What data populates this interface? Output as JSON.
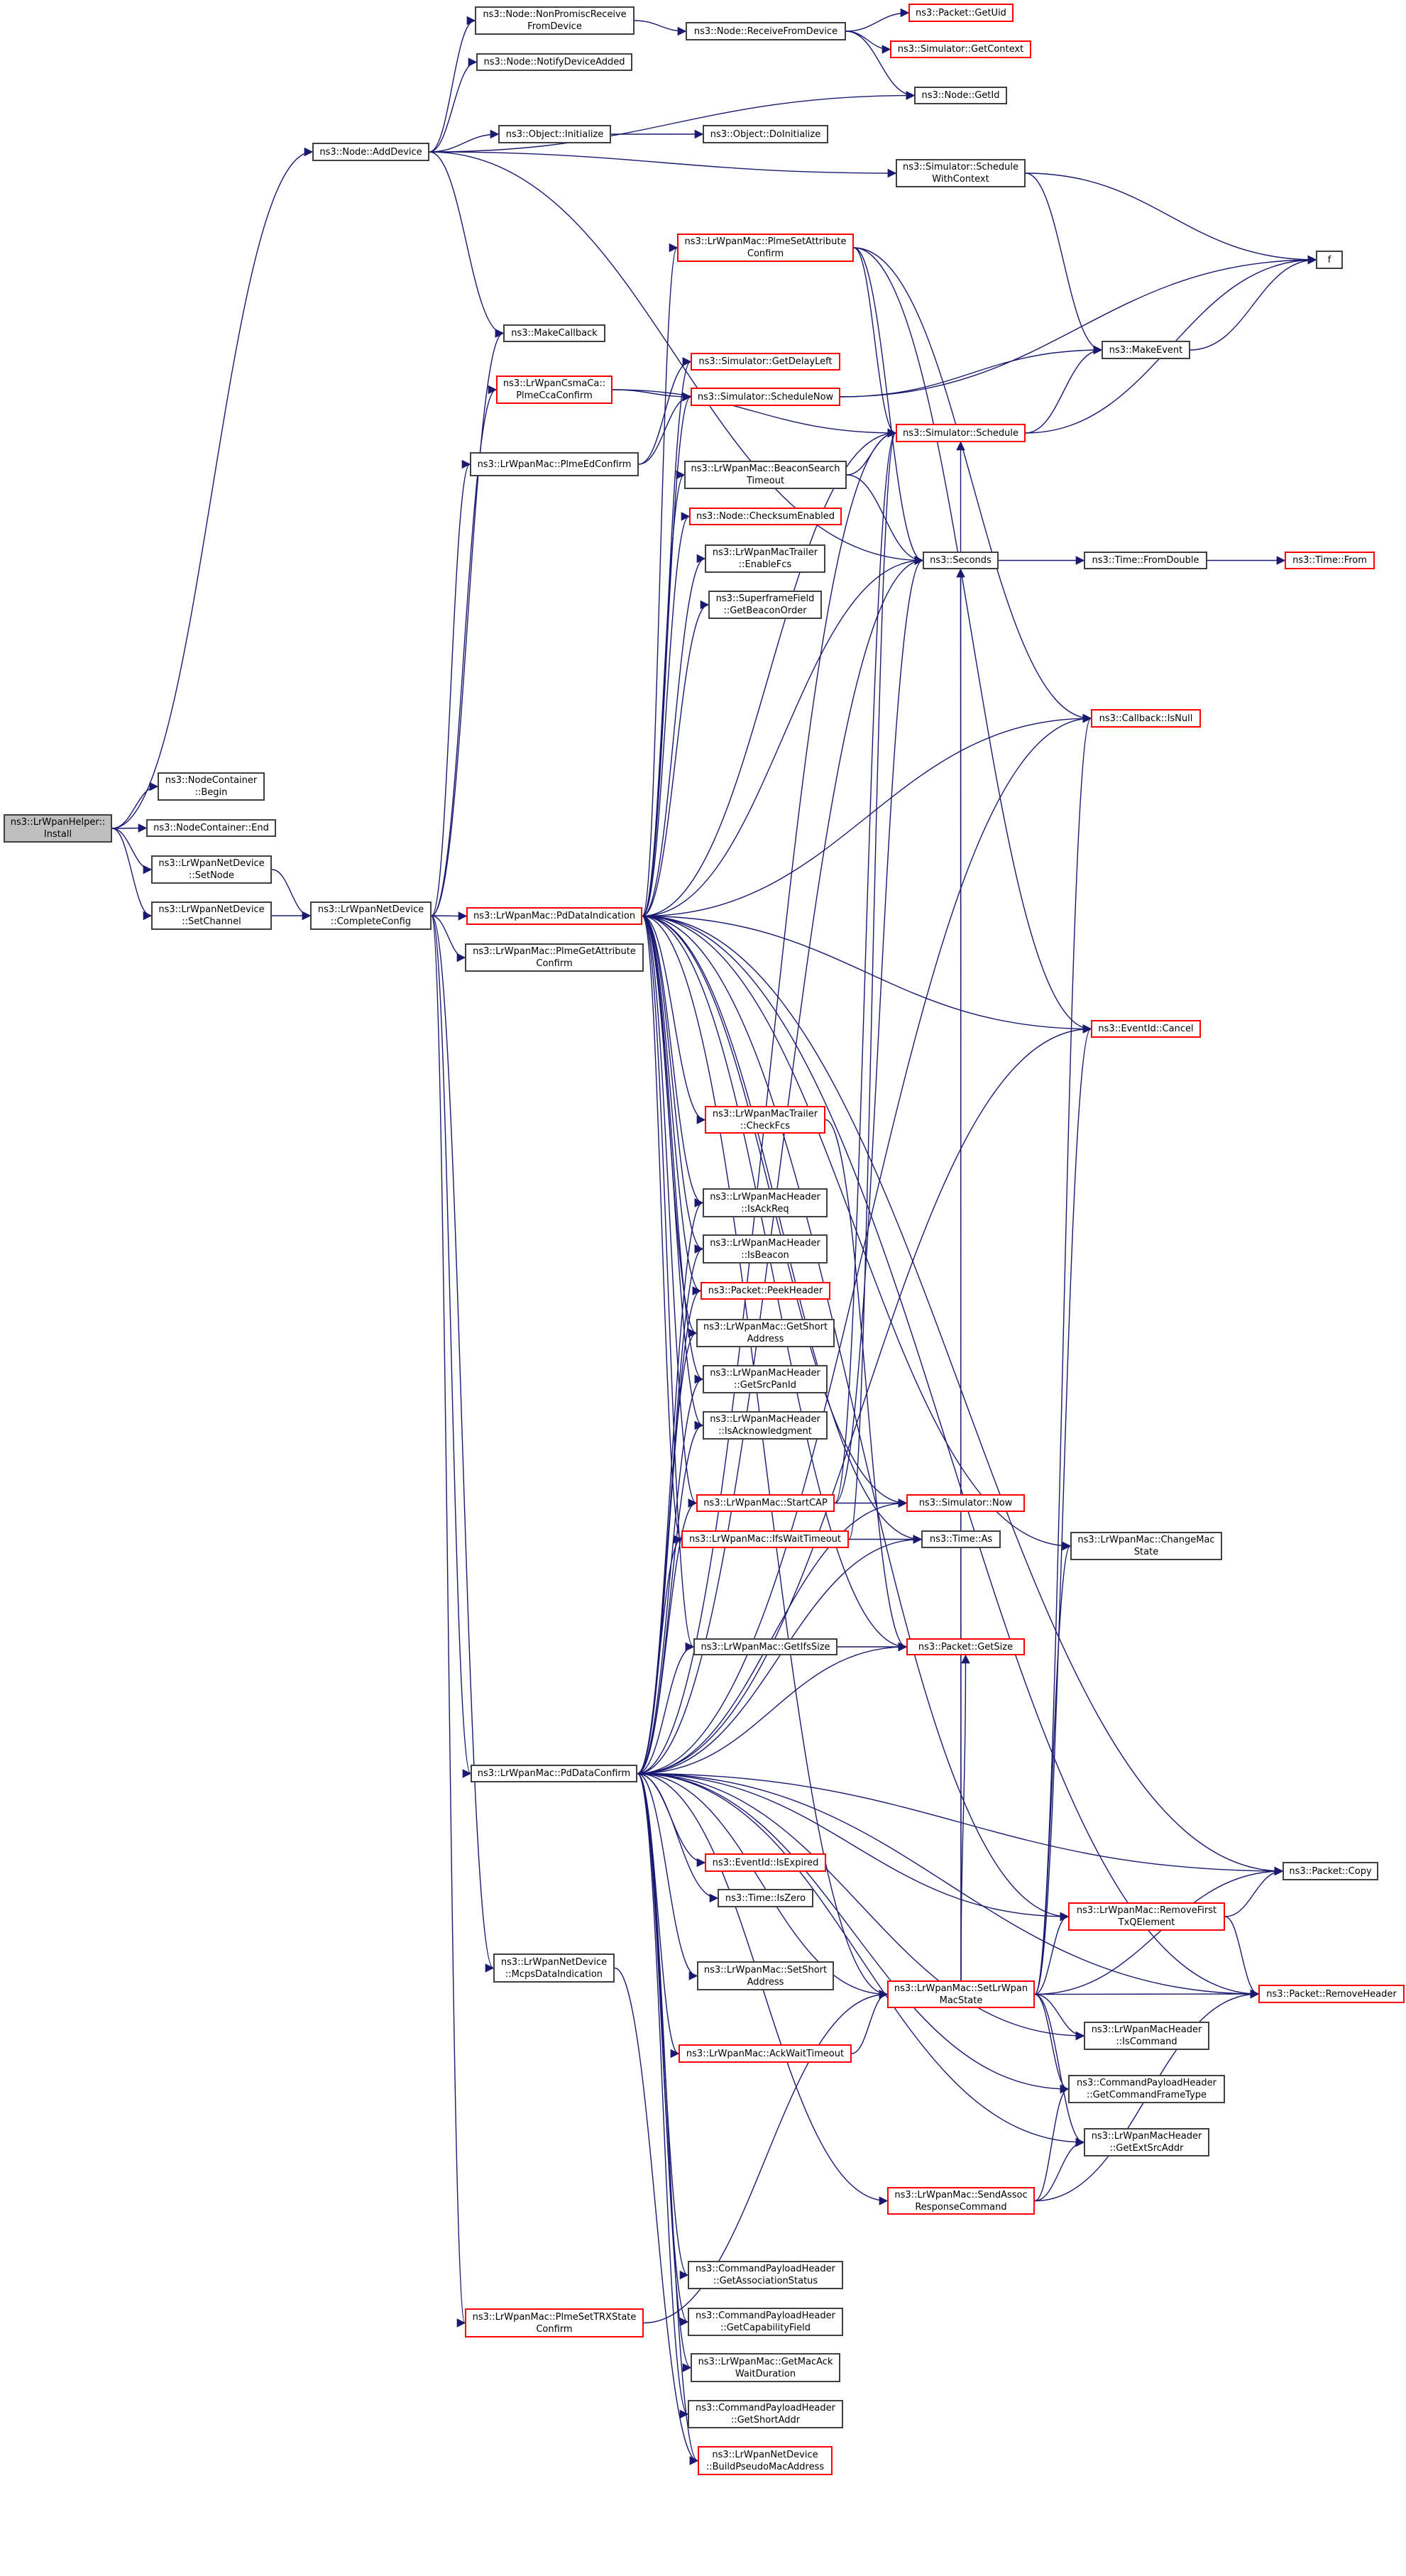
{
  "graph": {
    "title": "Call graph of ns3::LrWpanHelper::Install",
    "colors": {
      "edge": "#191970",
      "node_border": "#404040",
      "external_border": "#ff0000",
      "root_fill": "#bfbfbf"
    },
    "nodes": [
      {
        "id": "install",
        "label": "ns3::LrWpanHelper::\nInstall",
        "style": "root"
      },
      {
        "id": "begin",
        "label": "ns3::NodeContainer\n::Begin",
        "style": "normal"
      },
      {
        "id": "end",
        "label": "ns3::NodeContainer::End",
        "style": "normal"
      },
      {
        "id": "setnode",
        "label": "ns3::LrWpanNetDevice\n::SetNode",
        "style": "normal"
      },
      {
        "id": "setchannel",
        "label": "ns3::LrWpanNetDevice\n::SetChannel",
        "style": "normal"
      },
      {
        "id": "completeconfig",
        "label": "ns3::LrWpanNetDevice\n::CompleteConfig",
        "style": "normal"
      },
      {
        "id": "adddevice",
        "label": "ns3::Node::AddDevice",
        "style": "normal"
      },
      {
        "id": "nonpromisc",
        "label": "ns3::Node::NonPromiscReceive\nFromDevice",
        "style": "normal"
      },
      {
        "id": "notifyadded",
        "label": "ns3::Node::NotifyDeviceAdded",
        "style": "normal"
      },
      {
        "id": "receivefrom",
        "label": "ns3::Node::ReceiveFromDevice",
        "style": "normal"
      },
      {
        "id": "getuid",
        "label": "ns3::Packet::GetUid",
        "style": "red"
      },
      {
        "id": "getcontext",
        "label": "ns3::Simulator::GetContext",
        "style": "red"
      },
      {
        "id": "getid",
        "label": "ns3::Node::GetId",
        "style": "normal"
      },
      {
        "id": "initialize",
        "label": "ns3::Object::Initialize",
        "style": "normal"
      },
      {
        "id": "doinitialize",
        "label": "ns3::Object::DoInitialize",
        "style": "normal"
      },
      {
        "id": "schedwithctx",
        "label": "ns3::Simulator::Schedule\nWithContext",
        "style": "normal"
      },
      {
        "id": "f",
        "label": "f",
        "style": "normal"
      },
      {
        "id": "makecallback",
        "label": "ns3::MakeCallback",
        "style": "normal"
      },
      {
        "id": "plmesetattr",
        "label": "ns3::LrWpanMac::PlmeSetAttribute\nConfirm",
        "style": "red"
      },
      {
        "id": "csmacca",
        "label": "ns3::LrWpanCsmaCa::\nPlmeCcaConfirm",
        "style": "red"
      },
      {
        "id": "getdelayleft",
        "label": "ns3::Simulator::GetDelayLeft",
        "style": "red"
      },
      {
        "id": "schedulenow",
        "label": "ns3::Simulator::ScheduleNow",
        "style": "red"
      },
      {
        "id": "makeevent",
        "label": "ns3::MakeEvent",
        "style": "normal"
      },
      {
        "id": "schedule",
        "label": "ns3::Simulator::Schedule",
        "style": "red"
      },
      {
        "id": "plmeedconfirm",
        "label": "ns3::LrWpanMac::PlmeEdConfirm",
        "style": "normal"
      },
      {
        "id": "beaconsearch",
        "label": "ns3::LrWpanMac::BeaconSearch\nTimeout",
        "style": "normal"
      },
      {
        "id": "checksum",
        "label": "ns3::Node::ChecksumEnabled",
        "style": "red"
      },
      {
        "id": "enablefcs",
        "label": "ns3::LrWpanMacTrailer\n::EnableFcs",
        "style": "normal"
      },
      {
        "id": "beaconorder",
        "label": "ns3::SuperframeField\n::GetBeaconOrder",
        "style": "normal"
      },
      {
        "id": "seconds",
        "label": "ns3::Seconds",
        "style": "normal"
      },
      {
        "id": "fromdouble",
        "label": "ns3::Time::FromDouble",
        "style": "normal"
      },
      {
        "id": "timefrom",
        "label": "ns3::Time::From",
        "style": "red"
      },
      {
        "id": "isnull",
        "label": "ns3::Callback::IsNull",
        "style": "red"
      },
      {
        "id": "pddataind",
        "label": "ns3::LrWpanMac::PdDataIndication",
        "style": "red"
      },
      {
        "id": "plmegetattr",
        "label": "ns3::LrWpanMac::PlmeGetAttribute\nConfirm",
        "style": "normal"
      },
      {
        "id": "cancel",
        "label": "ns3::EventId::Cancel",
        "style": "red"
      },
      {
        "id": "checkfcs",
        "label": "ns3::LrWpanMacTrailer\n::CheckFcs",
        "style": "red"
      },
      {
        "id": "isackreq",
        "label": "ns3::LrWpanMacHeader\n::IsAckReq",
        "style": "normal"
      },
      {
        "id": "isbeacon",
        "label": "ns3::LrWpanMacHeader\n::IsBeacon",
        "style": "normal"
      },
      {
        "id": "peekheader",
        "label": "ns3::Packet::PeekHeader",
        "style": "red"
      },
      {
        "id": "getshortaddress",
        "label": "ns3::LrWpanMac::GetShort\nAddress",
        "style": "normal"
      },
      {
        "id": "getsrcpanid",
        "label": "ns3::LrWpanMacHeader\n::GetSrcPanId",
        "style": "normal"
      },
      {
        "id": "isack",
        "label": "ns3::LrWpanMacHeader\n::IsAcknowledgment",
        "style": "normal"
      },
      {
        "id": "startcap",
        "label": "ns3::LrWpanMac::StartCAP",
        "style": "red"
      },
      {
        "id": "ifswait",
        "label": "ns3::LrWpanMac::IfsWaitTimeout",
        "style": "red"
      },
      {
        "id": "simnow",
        "label": "ns3::Simulator::Now",
        "style": "red"
      },
      {
        "id": "timeas",
        "label": "ns3::Time::As",
        "style": "normal"
      },
      {
        "id": "changemacstate",
        "label": "ns3::LrWpanMac::ChangeMac\nState",
        "style": "normal"
      },
      {
        "id": "getifssize",
        "label": "ns3::LrWpanMac::GetIfsSize",
        "style": "normal"
      },
      {
        "id": "getsize",
        "label": "ns3::Packet::GetSize",
        "style": "red"
      },
      {
        "id": "pddataconfirm",
        "label": "ns3::LrWpanMac::PdDataConfirm",
        "style": "normal"
      },
      {
        "id": "isexpired",
        "label": "ns3::EventId::IsExpired",
        "style": "red"
      },
      {
        "id": "packetcopy",
        "label": "ns3::Packet::Copy",
        "style": "normal"
      },
      {
        "id": "iszero",
        "label": "ns3::Time::IsZero",
        "style": "normal"
      },
      {
        "id": "removefirst",
        "label": "ns3::LrWpanMac::RemoveFirst\nTxQElement",
        "style": "red"
      },
      {
        "id": "mcpsdataind",
        "label": "ns3::LrWpanNetDevice\n::McpsDataIndication",
        "style": "normal"
      },
      {
        "id": "setshortaddress",
        "label": "ns3::LrWpanMac::SetShort\nAddress",
        "style": "normal"
      },
      {
        "id": "setmacstate",
        "label": "ns3::LrWpanMac::SetLrWpan\nMacState",
        "style": "red"
      },
      {
        "id": "removeheader",
        "label": "ns3::Packet::RemoveHeader",
        "style": "red"
      },
      {
        "id": "ackwait",
        "label": "ns3::LrWpanMac::AckWaitTimeout",
        "style": "red"
      },
      {
        "id": "iscommand",
        "label": "ns3::LrWpanMacHeader\n::IsCommand",
        "style": "normal"
      },
      {
        "id": "getcmdframetype",
        "label": "ns3::CommandPayloadHeader\n::GetCommandFrameType",
        "style": "normal"
      },
      {
        "id": "getextsrcaddr",
        "label": "ns3::LrWpanMacHeader\n::GetExtSrcAddr",
        "style": "normal"
      },
      {
        "id": "sendassoc",
        "label": "ns3::LrWpanMac::SendAssoc\nResponseCommand",
        "style": "red"
      },
      {
        "id": "getassocstatus",
        "label": "ns3::CommandPayloadHeader\n::GetAssociationStatus",
        "style": "normal"
      },
      {
        "id": "getcapability",
        "label": "ns3::CommandPayloadHeader\n::GetCapabilityField",
        "style": "normal"
      },
      {
        "id": "plmesettrx",
        "label": "ns3::LrWpanMac::PlmeSetTRXState\nConfirm",
        "style": "red"
      },
      {
        "id": "getmacackwait",
        "label": "ns3::LrWpanMac::GetMacAck\nWaitDuration",
        "style": "normal"
      },
      {
        "id": "getshortaddr",
        "label": "ns3::CommandPayloadHeader\n::GetShortAddr",
        "style": "normal"
      },
      {
        "id": "buildpseudo",
        "label": "ns3::LrWpanNetDevice\n::BuildPseudoMacAddress",
        "style": "red"
      }
    ],
    "edges": [
      [
        "install",
        "adddevice"
      ],
      [
        "install",
        "begin"
      ],
      [
        "install",
        "end"
      ],
      [
        "install",
        "setnode"
      ],
      [
        "install",
        "setchannel"
      ],
      [
        "setnode",
        "completeconfig"
      ],
      [
        "setchannel",
        "completeconfig"
      ],
      [
        "adddevice",
        "nonpromisc"
      ],
      [
        "adddevice",
        "notifyadded"
      ],
      [
        "adddevice",
        "getid"
      ],
      [
        "adddevice",
        "initialize"
      ],
      [
        "adddevice",
        "schedwithctx"
      ],
      [
        "adddevice",
        "makecallback"
      ],
      [
        "adddevice",
        "seconds"
      ],
      [
        "nonpromisc",
        "receivefrom"
      ],
      [
        "receivefrom",
        "getuid"
      ],
      [
        "receivefrom",
        "getcontext"
      ],
      [
        "receivefrom",
        "getid"
      ],
      [
        "initialize",
        "doinitialize"
      ],
      [
        "schedwithctx",
        "f"
      ],
      [
        "schedwithctx",
        "makeevent"
      ],
      [
        "makeevent",
        "f"
      ],
      [
        "schedule",
        "makeevent"
      ],
      [
        "schedule",
        "f"
      ],
      [
        "schedulenow",
        "f"
      ],
      [
        "schedulenow",
        "makeevent"
      ],
      [
        "seconds",
        "fromdouble"
      ],
      [
        "fromdouble",
        "timefrom"
      ],
      [
        "completeconfig",
        "makecallback"
      ],
      [
        "completeconfig",
        "csmacca"
      ],
      [
        "completeconfig",
        "plmeedconfirm"
      ],
      [
        "completeconfig",
        "pddataind"
      ],
      [
        "completeconfig",
        "plmegetattr"
      ],
      [
        "completeconfig",
        "pddataconfirm"
      ],
      [
        "completeconfig",
        "mcpsdataind"
      ],
      [
        "completeconfig",
        "plmesettrx"
      ],
      [
        "csmacca",
        "schedulenow"
      ],
      [
        "csmacca",
        "schedule"
      ],
      [
        "plmeedconfirm",
        "getdelayleft"
      ],
      [
        "plmeedconfirm",
        "schedulenow"
      ],
      [
        "plmesetattr",
        "schedule"
      ],
      [
        "plmesetattr",
        "seconds"
      ],
      [
        "plmesetattr",
        "isnull"
      ],
      [
        "plmesetattr",
        "cancel"
      ],
      [
        "beaconsearch",
        "schedule"
      ],
      [
        "beaconsearch",
        "seconds"
      ],
      [
        "pddataind",
        "plmesetattr"
      ],
      [
        "pddataind",
        "getdelayleft"
      ],
      [
        "pddataind",
        "schedulenow"
      ],
      [
        "pddataind",
        "beaconsearch"
      ],
      [
        "pddataind",
        "checksum"
      ],
      [
        "pddataind",
        "enablefcs"
      ],
      [
        "pddataind",
        "beaconorder"
      ],
      [
        "pddataind",
        "seconds"
      ],
      [
        "pddataind",
        "schedule"
      ],
      [
        "pddataind",
        "isnull"
      ],
      [
        "pddataind",
        "packetcopy"
      ],
      [
        "pddataind",
        "cancel"
      ],
      [
        "pddataind",
        "checkfcs"
      ],
      [
        "pddataind",
        "isackreq"
      ],
      [
        "pddataind",
        "isbeacon"
      ],
      [
        "pddataind",
        "peekheader"
      ],
      [
        "pddataind",
        "getshortaddress"
      ],
      [
        "pddataind",
        "getsrcpanid"
      ],
      [
        "pddataind",
        "isack"
      ],
      [
        "pddataind",
        "startcap"
      ],
      [
        "pddataind",
        "ifswait"
      ],
      [
        "pddataind",
        "simnow"
      ],
      [
        "pddataind",
        "timeas"
      ],
      [
        "pddataind",
        "changemacstate"
      ],
      [
        "pddataind",
        "getifssize"
      ],
      [
        "pddataind",
        "getsize"
      ],
      [
        "pddataind",
        "removeheader"
      ],
      [
        "pddataind",
        "setmacstate"
      ],
      [
        "pddataind",
        "removefirst"
      ],
      [
        "checkfcs",
        "getsize"
      ],
      [
        "startcap",
        "simnow"
      ],
      [
        "startcap",
        "schedule"
      ],
      [
        "startcap",
        "seconds"
      ],
      [
        "ifswait",
        "timeas"
      ],
      [
        "ifswait",
        "schedule"
      ],
      [
        "getifssize",
        "getsize"
      ],
      [
        "pddataconfirm",
        "startcap"
      ],
      [
        "pddataconfirm",
        "ifswait"
      ],
      [
        "pddataconfirm",
        "isackreq"
      ],
      [
        "pddataconfirm",
        "isbeacon"
      ],
      [
        "pddataconfirm",
        "peekheader"
      ],
      [
        "pddataconfirm",
        "getshortaddress"
      ],
      [
        "pddataconfirm",
        "getsrcpanid"
      ],
      [
        "pddataconfirm",
        "isack"
      ],
      [
        "pddataconfirm",
        "getifssize"
      ],
      [
        "pddataconfirm",
        "getsize"
      ],
      [
        "pddataconfirm",
        "simnow"
      ],
      [
        "pddataconfirm",
        "timeas"
      ],
      [
        "pddataconfirm",
        "seconds"
      ],
      [
        "pddataconfirm",
        "schedule"
      ],
      [
        "pddataconfirm",
        "isnull"
      ],
      [
        "pddataconfirm",
        "cancel"
      ],
      [
        "pddataconfirm",
        "isexpired"
      ],
      [
        "pddataconfirm",
        "packetcopy"
      ],
      [
        "pddataconfirm",
        "iszero"
      ],
      [
        "pddataconfirm",
        "removefirst"
      ],
      [
        "pddataconfirm",
        "setshortaddress"
      ],
      [
        "pddataconfirm",
        "setmacstate"
      ],
      [
        "pddataconfirm",
        "ackwait"
      ],
      [
        "pddataconfirm",
        "iscommand"
      ],
      [
        "pddataconfirm",
        "getcmdframetype"
      ],
      [
        "pddataconfirm",
        "getextsrcaddr"
      ],
      [
        "pddataconfirm",
        "sendassoc"
      ],
      [
        "pddataconfirm",
        "getassocstatus"
      ],
      [
        "pddataconfirm",
        "getcapability"
      ],
      [
        "pddataconfirm",
        "getmacackwait"
      ],
      [
        "pddataconfirm",
        "getshortaddr"
      ],
      [
        "pddataconfirm",
        "buildpseudo"
      ],
      [
        "pddataconfirm",
        "removeheader"
      ],
      [
        "ackwait",
        "setmacstate"
      ],
      [
        "plmesettrx",
        "setmacstate"
      ],
      [
        "mcpsdataind",
        "buildpseudo"
      ],
      [
        "setmacstate",
        "changemacstate"
      ],
      [
        "setmacstate",
        "removefirst"
      ],
      [
        "setmacstate",
        "packetcopy"
      ],
      [
        "setmacstate",
        "removeheader"
      ],
      [
        "setmacstate",
        "iscommand"
      ],
      [
        "setmacstate",
        "getcmdframetype"
      ],
      [
        "setmacstate",
        "getextsrcaddr"
      ],
      [
        "setmacstate",
        "isnull"
      ],
      [
        "setmacstate",
        "cancel"
      ],
      [
        "setmacstate",
        "seconds"
      ],
      [
        "setmacstate",
        "schedule"
      ],
      [
        "setmacstate",
        "getsize"
      ],
      [
        "removefirst",
        "packetcopy"
      ],
      [
        "removefirst",
        "removeheader"
      ],
      [
        "sendassoc",
        "getcmdframetype"
      ],
      [
        "sendassoc",
        "getextsrcaddr"
      ],
      [
        "sendassoc",
        "removeheader"
      ]
    ]
  }
}
